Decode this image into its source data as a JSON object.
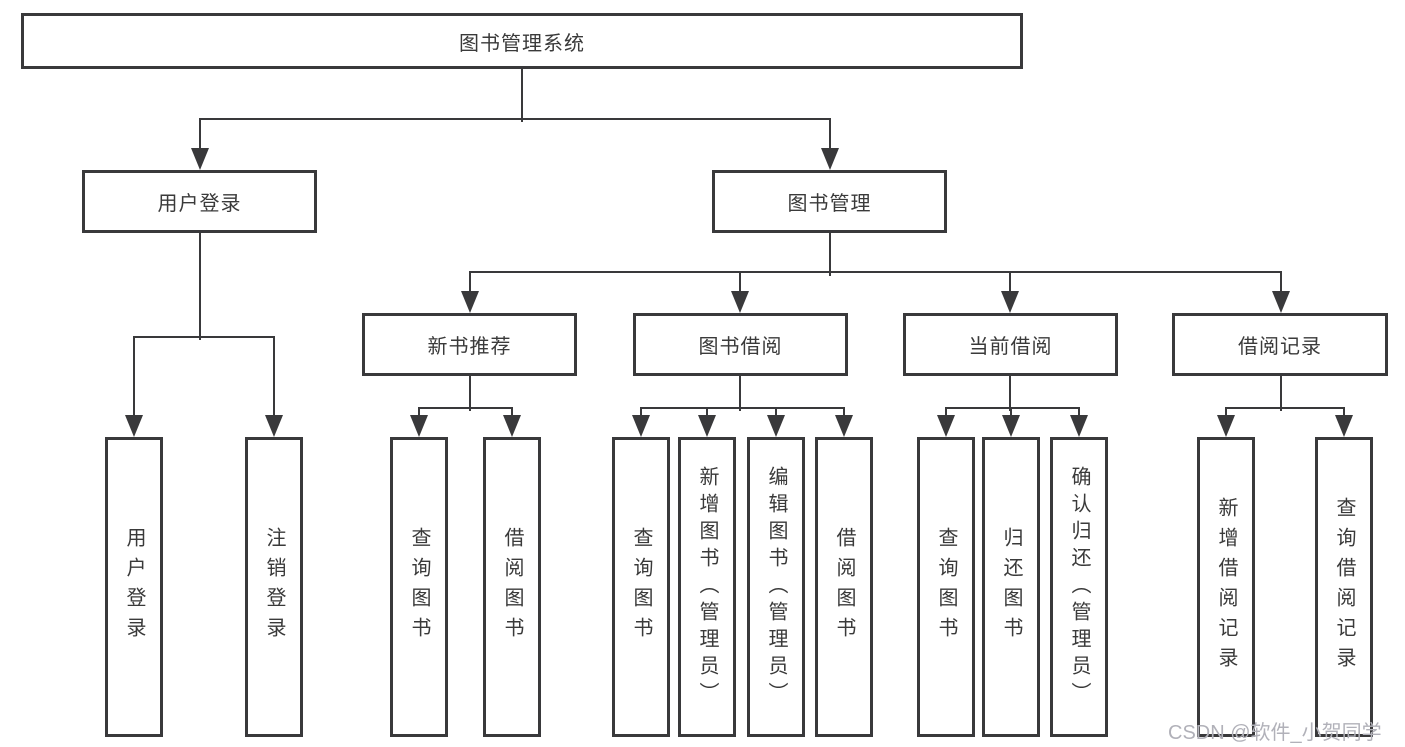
{
  "diagram": {
    "root": {
      "label": "图书管理系统"
    },
    "level1": [
      {
        "label": "用户登录"
      },
      {
        "label": "图书管理"
      }
    ],
    "level2": [
      {
        "label": "新书推荐"
      },
      {
        "label": "图书借阅"
      },
      {
        "label": "当前借阅"
      },
      {
        "label": "借阅记录"
      }
    ],
    "leaves": {
      "user": [
        "用户登录",
        "注销登录"
      ],
      "recommend": [
        "查询图书",
        "借阅图书"
      ],
      "borrow": [
        "查询图书",
        "新增图书（管理员）",
        "编辑图书（管理员）",
        "借阅图书"
      ],
      "current": [
        "查询图书",
        "归还图书",
        "确认归还（管理员）"
      ],
      "records": [
        "新增借阅记录",
        "查询借阅记录"
      ]
    }
  },
  "watermark": "CSDN @软件_小贺同学",
  "colors": {
    "line": "#39393b",
    "text": "#3a3a3a",
    "watermark": "#b1b1b9",
    "background": "#ffffff"
  }
}
